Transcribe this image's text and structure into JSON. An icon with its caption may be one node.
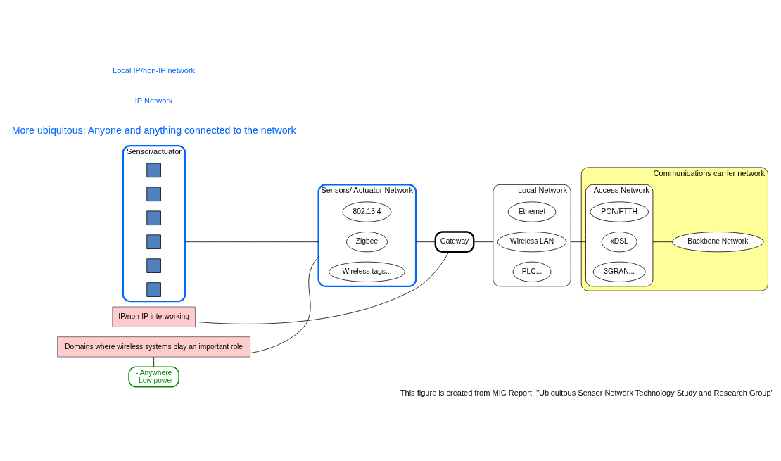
{
  "diagram": {
    "caption": "This figure is created from MIC Report, \"Ubiquitous Sensor Network Technology Study and Research Group\"",
    "nodes": [
      {
        "text": [
          "Sensor/actuator"
        ]
      },
      {
        "text": [],
        "shape": "box",
        "in": 0
      },
      {
        "text": [],
        "shape": "box",
        "in": 0
      },
      {
        "text": [],
        "shape": "box",
        "in": 0
      },
      {
        "text": [],
        "shape": "box",
        "in": 0
      },
      {
        "text": [],
        "shape": "box",
        "in": 0
      },
      {
        "text": [],
        "shape": "box",
        "in": 0
      },
      {
        "text": [
          "Sensors/ Actuator Network"
        ]
      },
      {
        "text": [
          "802.15.4"
        ],
        "in": 7
      },
      {
        "text": [
          "Zigbee"
        ],
        "in": 7
      },
      {
        "text": [
          "Wireless tags..."
        ],
        "in": 7
      },
      {
        "text": [
          "Gateway"
        ]
      },
      {
        "text": [
          "Local Network"
        ]
      },
      {
        "text": [
          "Ethernet"
        ],
        "in": 12
      },
      {
        "text": [
          "Wireless LAN"
        ],
        "in": 12
      },
      {
        "text": [
          "PLC..."
        ],
        "in": 12
      },
      {
        "text": [
          "Communications carrier network"
        ]
      },
      {
        "text": [
          "Access Network"
        ],
        "in": 16
      },
      {
        "text": [
          "PON/FTTH"
        ],
        "in": 17
      },
      {
        "text": [
          "xDSL"
        ],
        "in": 17
      },
      {
        "text": [
          "3GRAN..."
        ],
        "in": 17
      },
      {
        "text": [
          "Backbone Network"
        ],
        "in": 16
      },
      {
        "text": [
          "IP/non-IP interworking"
        ]
      },
      {
        "text": [
          "Domains where wireless systems play an important role"
        ]
      },
      {
        "text": [
          "- Anywhere",
          "- Low power"
        ]
      }
    ],
    "edges": [
      {
        "from": 0,
        "to": 7,
        "arrow": "none"
      },
      {
        "from": 7,
        "to": 11,
        "arrow": "none"
      },
      {
        "from": 11,
        "to": 12,
        "arrow": "none"
      },
      {
        "from": 12,
        "to": 17,
        "arrow": "none"
      },
      {
        "from": 17,
        "to": 21,
        "arrow": "none"
      },
      {
        "from": 22,
        "to": 11,
        "arrow": "none"
      },
      {
        "from": 23,
        "to": 7,
        "arrow": "none"
      },
      {
        "from": 24,
        "to": 23,
        "arrow": "none"
      }
    ],
    "labels": [
      "More ubiquitous: Anyone and anything connected to the network",
      "IP Network",
      "Local IP/non-IP network"
    ]
  }
}
